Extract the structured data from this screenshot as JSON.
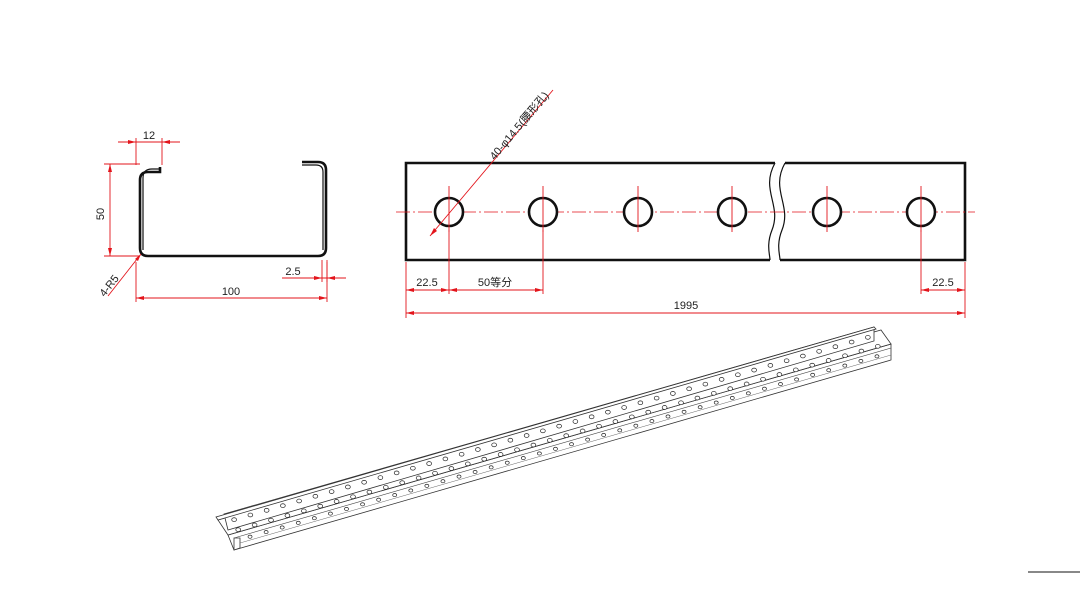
{
  "colors": {
    "outline": "#111111",
    "dimension": "#e3141b",
    "text": "#222222"
  },
  "section_view": {
    "lip_width": "12",
    "height": "50",
    "radius": "4-R5",
    "thickness": "2.5",
    "width": "100"
  },
  "side_view": {
    "hole_callout": "40-φ14.5(腰形孔)",
    "edge_left": "22.5",
    "pitch": "50等分",
    "edge_right": "22.5",
    "total_length": "1995",
    "hole_count_shown": 6
  },
  "iso_view": {
    "holes_per_row": 40
  }
}
